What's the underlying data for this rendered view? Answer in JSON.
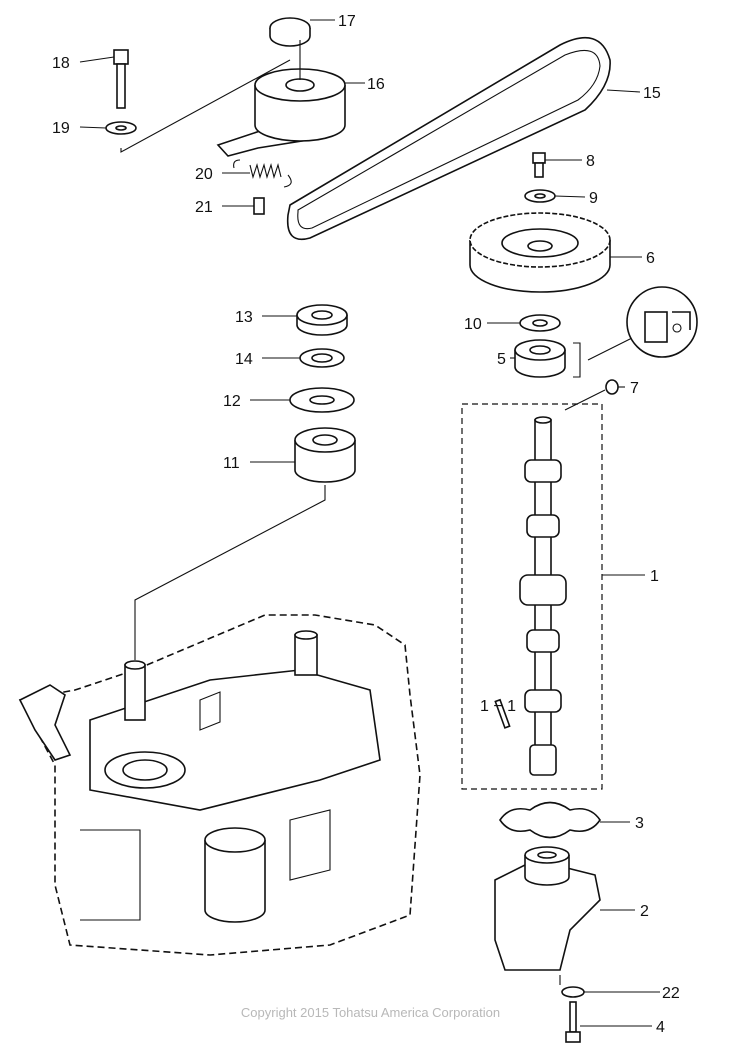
{
  "diagram": {
    "labels": {
      "p1": "1",
      "p1_1": "1 − 1",
      "p2": "2",
      "p3": "3",
      "p4": "4",
      "p5": "5",
      "p6": "6",
      "p7": "7",
      "p8": "8",
      "p9": "9",
      "p10": "10",
      "p11": "11",
      "p12": "12",
      "p13": "13",
      "p14": "14",
      "p15": "15",
      "p16": "16",
      "p17": "17",
      "p18": "18",
      "p19": "19",
      "p20": "20",
      "p21": "21",
      "p22": "22"
    }
  },
  "footer": {
    "copyright": "Copyright 2015 Tohatsu America Corporation"
  }
}
